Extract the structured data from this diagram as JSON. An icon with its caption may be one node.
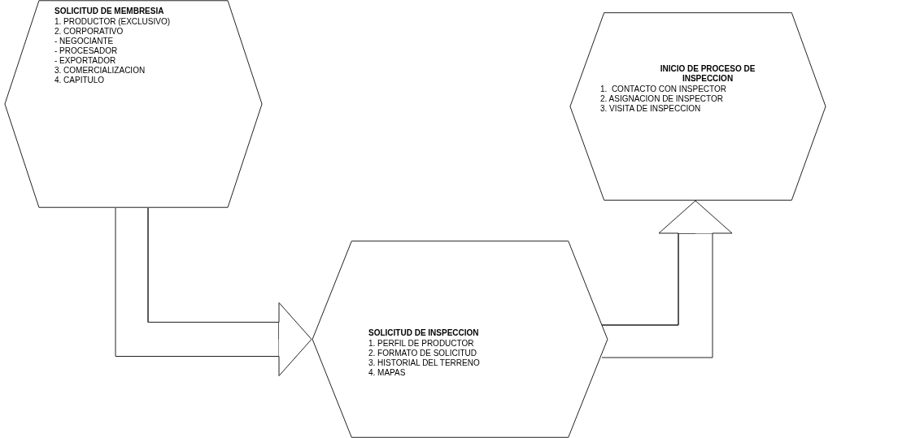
{
  "diagram": {
    "nodes": [
      {
        "text": [
          "SOLICITUD DE MEMBRESIA",
          "1. PRODUCTOR (EXCLUSIVO)",
          "2. CORPORATIVO",
          "- NEGOCIANTE",
          "- PROCESADOR",
          "- EXPORTADOR",
          "3. COMERCIALIZACION",
          "4. CAPITULO"
        ]
      },
      {
        "text": [
          "SOLICITUD DE INSPECCION",
          "1. PERFIL DE PRODUCTOR",
          "2. FORMATO DE SOLICITUD",
          "3. HISTORIAL DEL TERRENO",
          "4. MAPAS"
        ]
      },
      {
        "text": [
          "INICIO DE PROCESO DE INSPECCION",
          "1.  CONTACTO CON INSPECTOR",
          "2. ASIGNACION DE INSPECTOR",
          "3. VISITA DE INSPECCION"
        ]
      }
    ],
    "edges": [
      {
        "from": 0,
        "to": 1,
        "arrow": "to"
      },
      {
        "from": 1,
        "to": 2,
        "arrow": "to"
      }
    ]
  }
}
